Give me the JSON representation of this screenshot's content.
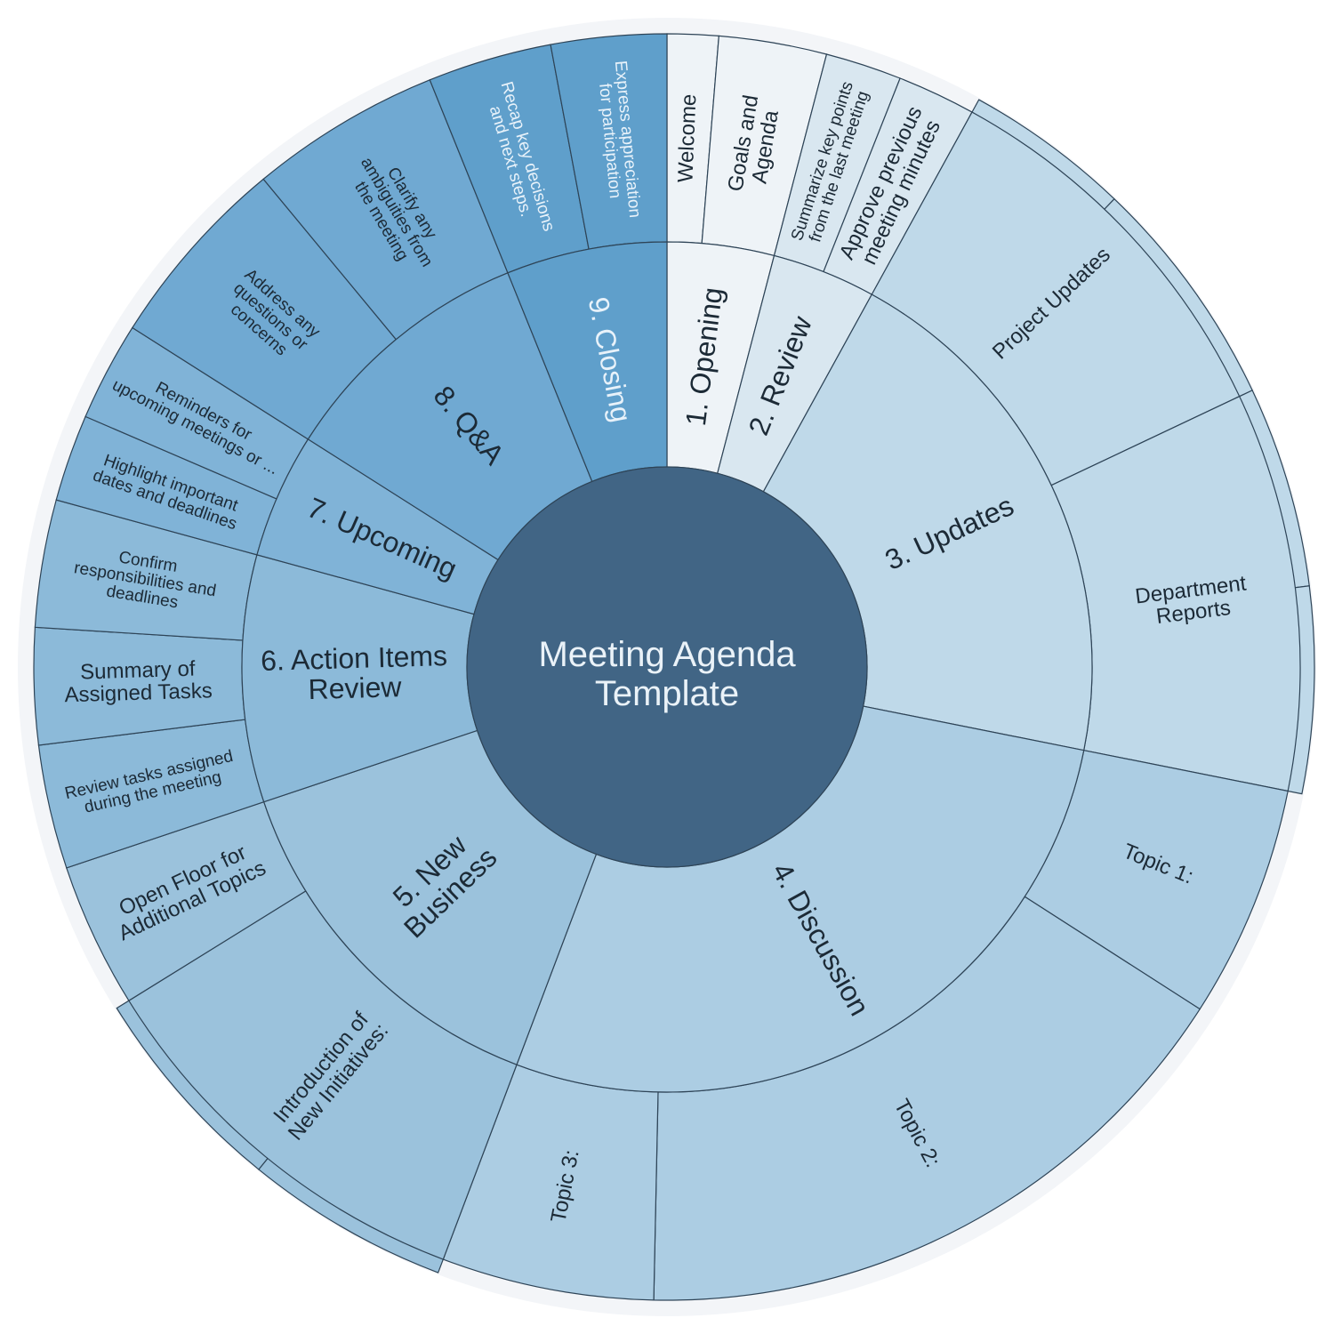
{
  "chart_data": {
    "type": "sunburst",
    "title": "Meeting Agenda Template",
    "center_color": "#416585",
    "children": [
      {
        "name": "1. Opening",
        "color": "#eef3f7",
        "text_color": "#1c2a36",
        "children": [
          {
            "name": [
              "Welcome"
            ],
            "value": 4.7
          },
          {
            "name": [
              "Goals and",
              "Agenda"
            ],
            "value": 9.9
          }
        ]
      },
      {
        "name": "2. Review",
        "color": "#d9e7f0",
        "text_color": "#1c2a36",
        "children": [
          {
            "name": [
              "Summarize key points",
              "from the last meeting"
            ],
            "value": 7.0
          },
          {
            "name": [
              "Approve previous",
              "meeting minutes"
            ],
            "value": 7.2
          }
        ]
      },
      {
        "name": "3. Updates",
        "color": "#bfd9e9",
        "text_color": "#1c2a36",
        "children": [
          {
            "name": [
              "Project Updates"
            ],
            "value": 35.9,
            "collapsed_children": [
              14.9,
              21.0
            ]
          },
          {
            "name": [
              "Department",
              "Reports"
            ],
            "value": 36.6,
            "collapsed_children": [
              18.1,
              18.5
            ]
          }
        ]
      },
      {
        "name": "4. Discussion",
        "color": "#accde3",
        "text_color": "#1c2a36",
        "children": [
          {
            "name": [
              "Topic 1:"
            ],
            "value": 21.4
          },
          {
            "name": [
              "Topic 2:"
            ],
            "value": 58.5
          },
          {
            "name": [
              "Topic 3:"
            ],
            "value": 19.5
          }
        ]
      },
      {
        "name": "5. New\nBusiness",
        "color": "#9bc2dc",
        "text_color": "#1c2a36",
        "children": [
          {
            "name": [
              "Introduction of",
              "New Initiatives:"
            ],
            "value": 37.5,
            "collapsed_children": [
              18.4,
              19.1
            ]
          },
          {
            "name": [
              "Open Floor for",
              "Additional Topics"
            ],
            "value": 13.3
          }
        ]
      },
      {
        "name": "6. Action Items\nReview",
        "color": "#8cbad9",
        "text_color": "#1c2a36",
        "children": [
          {
            "name": [
              "Review tasks assigned",
              "during the meeting"
            ],
            "value": 11.4
          },
          {
            "name": [
              "Summary of",
              "Assigned Tasks"
            ],
            "value": 10.7
          },
          {
            "name": [
              "Confirm",
              "responsibilities and",
              "deadlines"
            ],
            "value": 11.7
          }
        ]
      },
      {
        "name": "7. Upcoming",
        "color": "#80b3d7",
        "text_color": "#1c2a36",
        "children": [
          {
            "name": [
              "Highlight important",
              "dates and deadlines"
            ],
            "value": 8.0
          },
          {
            "name": [
              "Reminders for",
              "upcoming meetings or ..."
            ],
            "value": 9.1
          }
        ]
      },
      {
        "name": "8. Q&A",
        "color": "#70a9d2",
        "text_color": "#1c2a36",
        "children": [
          {
            "name": [
              "Address any",
              "questions or",
              "concerns"
            ],
            "value": 18.0
          },
          {
            "name": [
              "Clarify any",
              "ambiguities from",
              "the meeting"
            ],
            "value": 17.6
          }
        ]
      },
      {
        "name": "9. Closing",
        "color": "#5f9fcb",
        "text_color": "#e8f2fa",
        "children": [
          {
            "name": [
              "Recap key decisions",
              "and next steps."
            ],
            "value": 11.4
          },
          {
            "name": [
              "Express appreciation",
              "for participation"
            ],
            "value": 10.6
          }
        ]
      }
    ]
  }
}
